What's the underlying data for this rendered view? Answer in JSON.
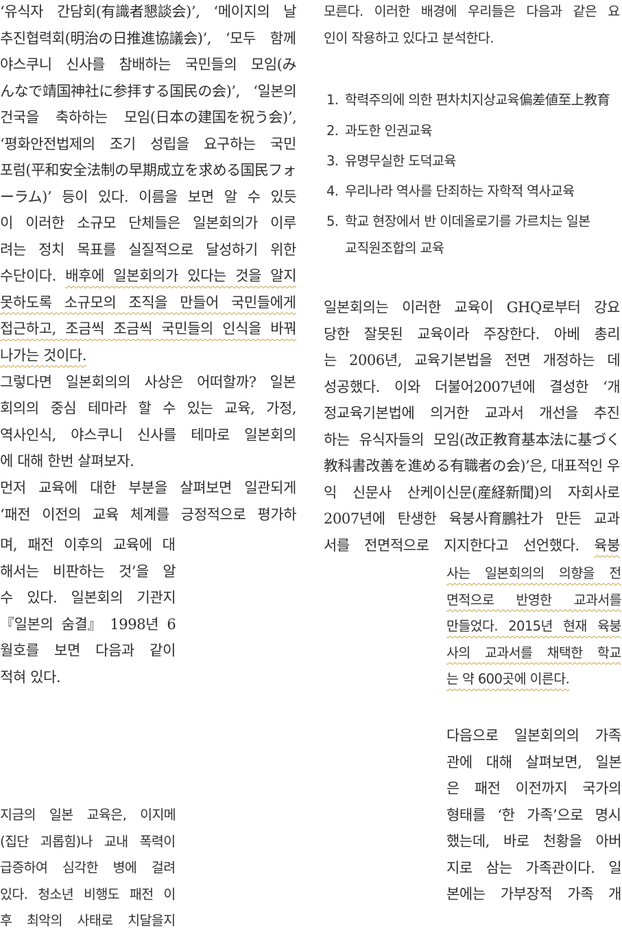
{
  "left_column": {
    "paragraph_1": [
      {
        "t": "‘유식자 간담회(有識者懇談会)’, ‘메이지의 날"
      },
      {
        "t": "추진협력회(明治の日推進協議会)’, ‘모두 함께"
      },
      {
        "t": "야스쿠니 신사를 참배하는 국민들의 모임(み"
      },
      {
        "t": "んなで靖国神社に参拝する国民の会)’, ‘일본의"
      },
      {
        "t": "건국을 축하하는 모임(日本の建国を祝う会)’,"
      },
      {
        "t": "‘평화안전법제의 조기 성립을 요구하는 국민"
      },
      {
        "t": "포럼(平和安全法制の早期成立を求める国民フォ"
      },
      {
        "t": "ーラム)’ 등이 있다. 이름을 보면 알 수 있듯"
      },
      {
        "t": "이 이러한 소규모 단체들은 일본회의가 이루"
      },
      {
        "t": "려는 정치 목표를 실질적으로 달성하기 위한"
      },
      {
        "t": "수단이다. ",
        "u": "배후에 일본회의가 있다는 것을 알지"
      },
      {
        "u": "못하도록 소규모의 조직을 만들어 국민들에게"
      },
      {
        "u": "접근하고, 조금씩 조금씩 국민들의 인식을 바꿔"
      },
      {
        "u": "나가는 것이다."
      }
    ],
    "paragraph_2": [
      "그렇다면 일본회의의 사상은 어떠할까? 일본",
      "회의의 중심 테마라 할 수 있는 교육, 가정,",
      "역사인식, 야스쿠니 신사를 테마로 일본회의",
      "에 대해 한번 살펴보자."
    ],
    "paragraph_3": [
      "먼저 교육에 대한 부분을 살펴보면 일관되게",
      "‘패전 이전의 교육 체계를 긍정적으로 평가하",
      "며, 패전 이후의 교육에 대",
      "해서는 비판하는 것’을 알",
      "수 있다. 일본회의 기관지",
      "『일본의 숨결』 1998년 6",
      "월호를 보면 다음과 같이",
      "적혀 있다."
    ],
    "quote_left": [
      "지금의 일본 교육은, 이지메",
      "(집단 괴롭힘)나 교내 폭력이",
      "급증하여 심각한 병에 걸려",
      "있다. 청소년 비행도 패전 이",
      "후 최악의 사태로 치달을지"
    ]
  },
  "right_column": {
    "quote_continued": [
      "모른다. 이러한 배경에 우리들은 다음과 같은 요",
      "인이 작용하고 있다고 분석한다."
    ],
    "list": [
      {
        "n": "1.",
        "t": "학력주의에 의한 편차치지상교육偏差値至上教育"
      },
      {
        "n": "2.",
        "t": "과도한 인권교육"
      },
      {
        "n": "3.",
        "t": "유명무실한 도덕교육"
      },
      {
        "n": "4.",
        "t": "우리나라 역사를 단죄하는 자학적 역사교육"
      },
      {
        "n": "5.",
        "t": "학교 현장에서 반 이데올로기를 가르치는 일본"
      },
      {
        "n": "",
        "t": "교직원조합의 교육"
      }
    ],
    "paragraph_4": [
      {
        "t": "일본회의는 이러한 교육이 GHQ로부터 강요"
      },
      {
        "t": "당한 잘못된 교육이라 주장한다. 아베 총리"
      },
      {
        "t": "는 2006년, 교육기본법을 전면 개정하는 데"
      },
      {
        "t": "성공했다. 이와 더불어2007년에 결성한 ‘개"
      },
      {
        "t": "정교육기본법에 의거한 교과서 개선을 추진"
      },
      {
        "t": "하는 유식자들의 모임(改正教育基本法に基づく"
      },
      {
        "t": "教科書改善を進める有職者の会)’은, 대표적인 우"
      },
      {
        "t": "익 신문사 산케이신문(産経新聞)의 자회사로"
      },
      {
        "t": "2007년에 탄생한 육붕사育鵬社가 만든 교과"
      },
      {
        "t": "서를 전면적으로 지지한다고 선언했다. ",
        "u": "육붕"
      },
      {
        "u": "사는 일본회의의 의향을 전"
      },
      {
        "u": "면적으로 반영한 교과서를"
      },
      {
        "u": "만들었다. 2015년 현재 육붕"
      },
      {
        "u": "사의 교과서를 채택한 학교"
      },
      {
        "u": "는 약 600곳에 이른다."
      }
    ],
    "paragraph_5": [
      "다음으로 일본회의의 가족",
      "관에 대해 살펴보면, 일본",
      "은 패전 이전까지 국가의",
      "형태를 ‘한 가족’으로 명시",
      "했는데, 바로 천황을 아버",
      "지로 삼는 가족관이다. 일",
      "본에는 가부장적 가족 개"
    ]
  }
}
